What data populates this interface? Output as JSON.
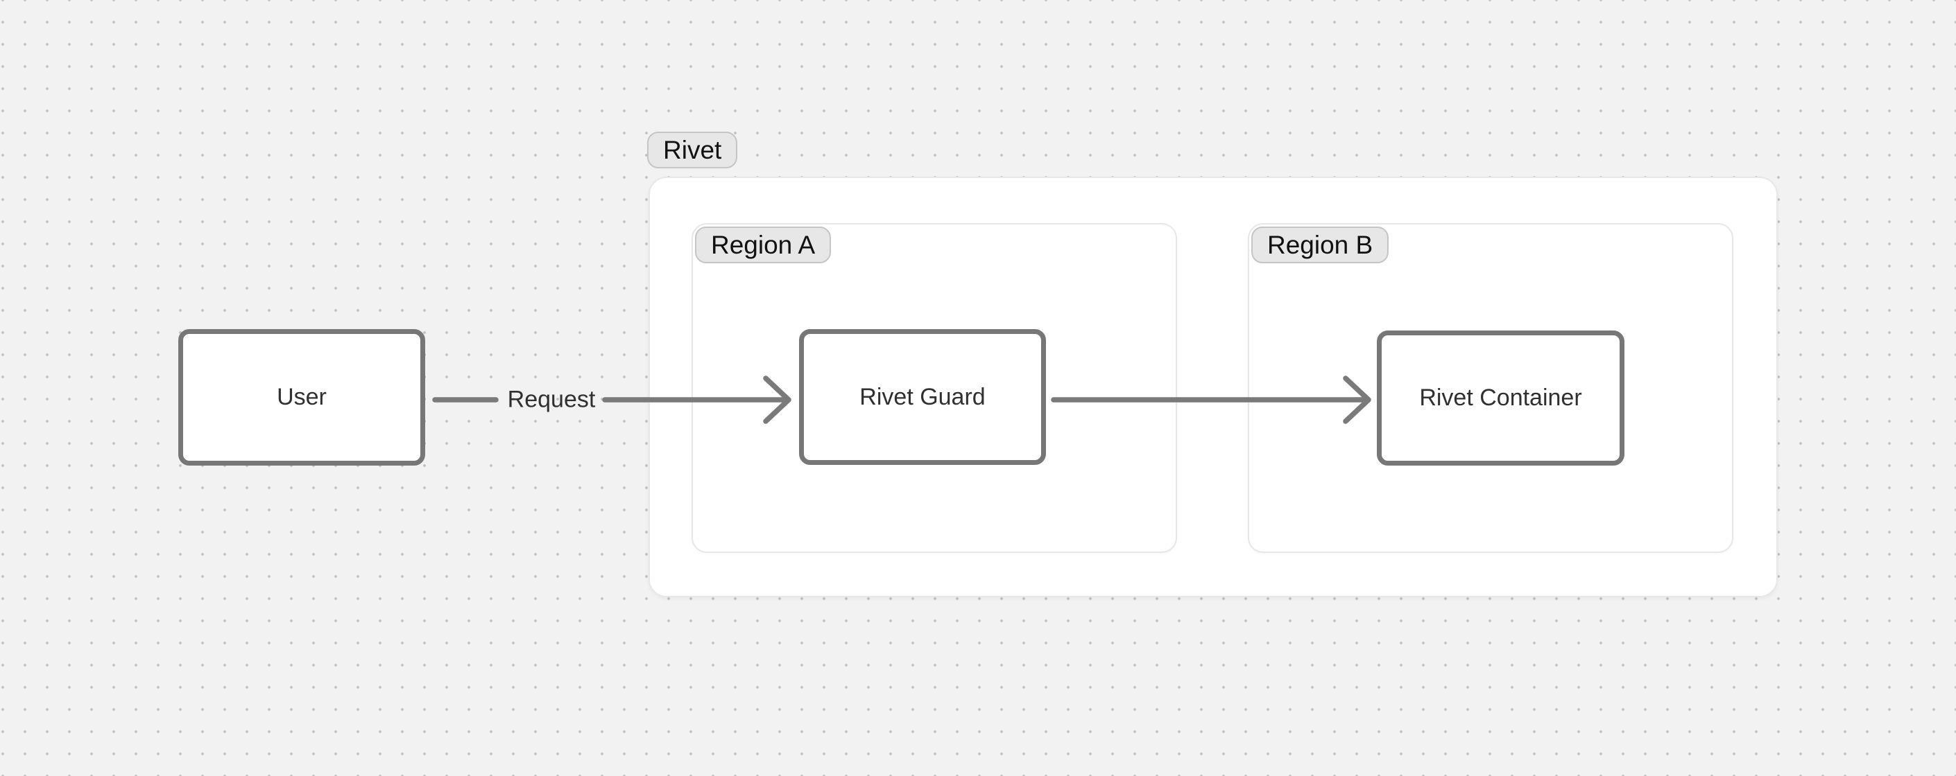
{
  "colors": {
    "canvas_bg": "#f2f2f2",
    "dot": "#c2c2c2",
    "container_bg": "#ffffff",
    "container_border": "#e8e8e8",
    "label_pill_bg": "#e7e7e7",
    "label_pill_border": "#c5c5c5",
    "node_border": "#777777",
    "node_text": "#303030",
    "edge": "#7a7a7a"
  },
  "groups": {
    "rivet": {
      "label": "Rivet"
    },
    "region_a": {
      "label": "Region A"
    },
    "region_b": {
      "label": "Region B"
    }
  },
  "nodes": {
    "user": {
      "label": "User"
    },
    "rivet_guard": {
      "label": "Rivet Guard"
    },
    "rivet_container": {
      "label": "Rivet Container"
    }
  },
  "edges": {
    "user_to_rivet_guard": {
      "from": "User",
      "to": "Rivet Guard",
      "label": "Request"
    },
    "rivet_guard_to_rivet_container": {
      "from": "Rivet Guard",
      "to": "Rivet Container",
      "label": ""
    }
  }
}
